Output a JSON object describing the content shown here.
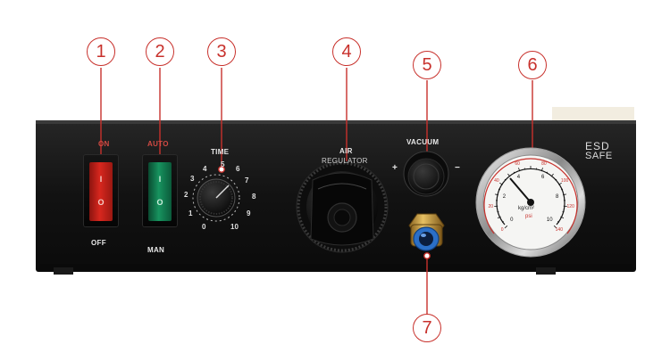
{
  "callouts": [
    "1",
    "2",
    "3",
    "4",
    "5",
    "6",
    "7"
  ],
  "switch_power": {
    "top_label": "ON",
    "bottom_label": "OFF",
    "on_mark": "I",
    "off_mark": "O",
    "color": "#c0201a"
  },
  "switch_mode": {
    "top_label": "AUTO",
    "bottom_label": "MAN",
    "on_mark": "I",
    "off_mark": "O",
    "color": "#127a52"
  },
  "timer": {
    "label": "TIME",
    "scale": [
      "0",
      "1",
      "2",
      "3",
      "4",
      "5",
      "6",
      "7",
      "8",
      "9",
      "10"
    ]
  },
  "air": {
    "label": "AIR",
    "sublabel": "REGULATOR"
  },
  "vacuum": {
    "label": "VACUUM",
    "plus": "+",
    "minus": "−"
  },
  "badge": {
    "line1": "ESD",
    "line2": "SAFE"
  },
  "gauge": {
    "unit_top": "kg/cm²",
    "unit_bottom": "psi",
    "kg_scale": [
      "0",
      "2",
      "4",
      "6",
      "8",
      "10"
    ],
    "psi_scale": [
      "0",
      "20",
      "40",
      "60",
      "80",
      "100",
      "120",
      "140"
    ]
  },
  "colors": {
    "callout": "#c8312c",
    "panel": "#141414",
    "fitting_ring": "#2b6fc7",
    "brass": "#c79a3a"
  }
}
